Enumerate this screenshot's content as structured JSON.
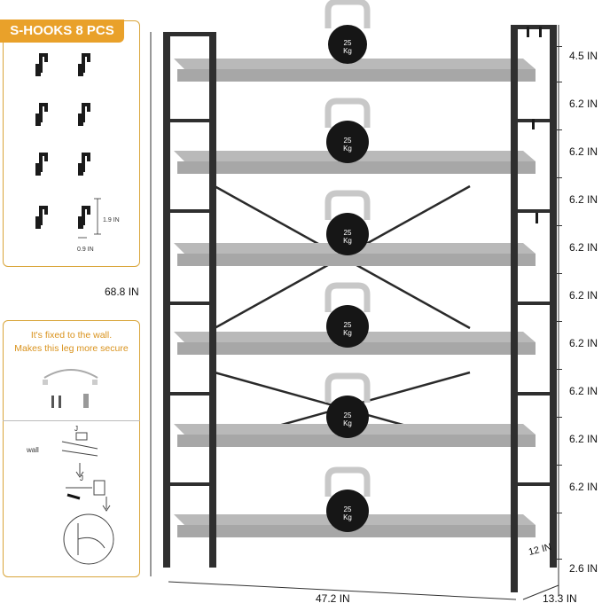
{
  "hooks_panel": {
    "title": "S-HOOKS 8 PCS",
    "hook_height": "1.9 IN",
    "hook_width": "0.9 IN"
  },
  "wall_panel": {
    "note_line1": "It's fixed to the wall.",
    "note_line2": "Makes this leg more secure",
    "wall_label": "wall"
  },
  "dimensions": {
    "total_height": "68.8 IN",
    "width": "47.2 IN",
    "depth": "13.3 IN",
    "shelf_depth": "12 IN",
    "gaps": [
      "4.5 IN",
      "6.2 IN",
      "6.2 IN",
      "6.2 IN",
      "6.2 IN",
      "6.2 IN",
      "6.2 IN",
      "6.2 IN",
      "6.2 IN",
      "6.2 IN",
      "2.6 IN"
    ]
  },
  "kettlebells": [
    {
      "weight": "25",
      "unit": "Kg"
    },
    {
      "weight": "25",
      "unit": "Kg"
    },
    {
      "weight": "25",
      "unit": "Kg"
    },
    {
      "weight": "25",
      "unit": "Kg"
    },
    {
      "weight": "25",
      "unit": "Kg"
    },
    {
      "weight": "25",
      "unit": "Kg"
    }
  ],
  "colors": {
    "accent": "#e9a12a",
    "frame": "#2f2f2f",
    "shelf_wood": "#a9a9a9",
    "kettlebell": "#161616"
  }
}
